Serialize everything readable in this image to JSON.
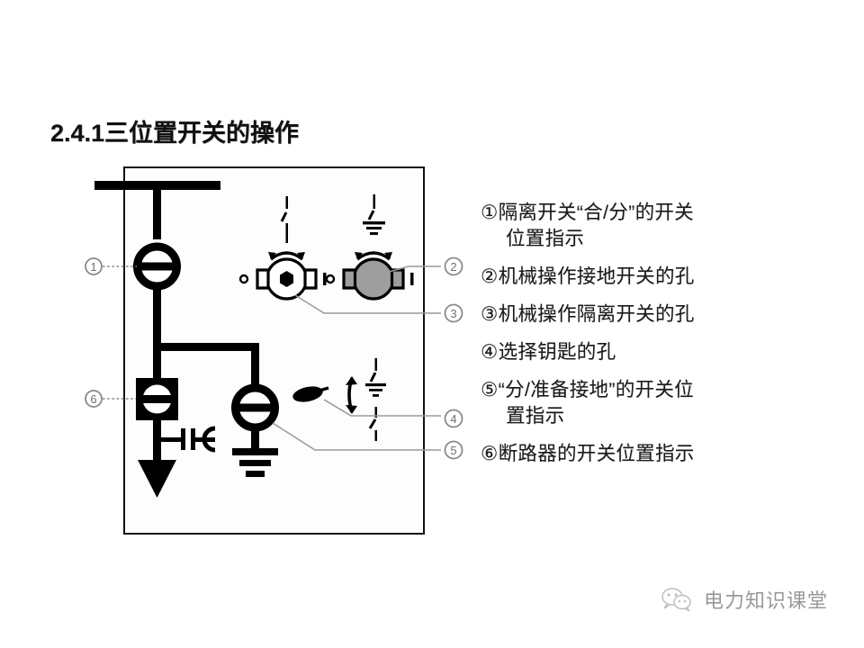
{
  "slide": {
    "title": "2.4.1三位置开关的操作",
    "background_color": "#ffffff"
  },
  "legend": {
    "items": [
      {
        "marker": "①",
        "line1": "隔离开关“合/分”的开关",
        "line2": "位置指示"
      },
      {
        "marker": "②",
        "line1": "机械操作接地开关的孔",
        "line2": ""
      },
      {
        "marker": "③",
        "line1": "机械操作隔离开关的孔",
        "line2": ""
      },
      {
        "marker": "④",
        "line1": "选择钥匙的孔",
        "line2": ""
      },
      {
        "marker": "⑤",
        "line1": "“分/准备接地”的开关位",
        "line2": "置指示"
      },
      {
        "marker": "⑥",
        "line1": "断路器的开关位置指示",
        "line2": ""
      }
    ]
  },
  "diagram": {
    "callouts": [
      {
        "id": "1",
        "label": "①",
        "side": "left"
      },
      {
        "id": "2",
        "label": "②",
        "side": "right"
      },
      {
        "id": "3",
        "label": "③",
        "side": "right"
      },
      {
        "id": "4",
        "label": "④",
        "side": "right"
      },
      {
        "id": "5",
        "label": "⑤",
        "side": "right"
      },
      {
        "id": "6",
        "label": "⑥",
        "side": "left"
      }
    ],
    "symbols": {
      "busbar": "busbar",
      "disconnector_indicator": "circle-with-bar",
      "breaker_indicator": "square-circle-with-bar",
      "earthing_indicator": "circle-with-bar-earth",
      "rotary_disconnector_drive": "rotary-shaft-white",
      "rotary_earthing_drive": "rotary-shaft-grey",
      "key_selector": "key-symbol",
      "cable_termination": "cable-capacitor",
      "feeder_arrow": "down-arrow"
    },
    "colors": {
      "ink": "#000000",
      "frame": "#111111",
      "callout": "#7d7d7d",
      "grey_fill": "#9e9e9e"
    }
  },
  "watermark": {
    "text": "电力知识课堂",
    "icon": "wechat-icon"
  }
}
